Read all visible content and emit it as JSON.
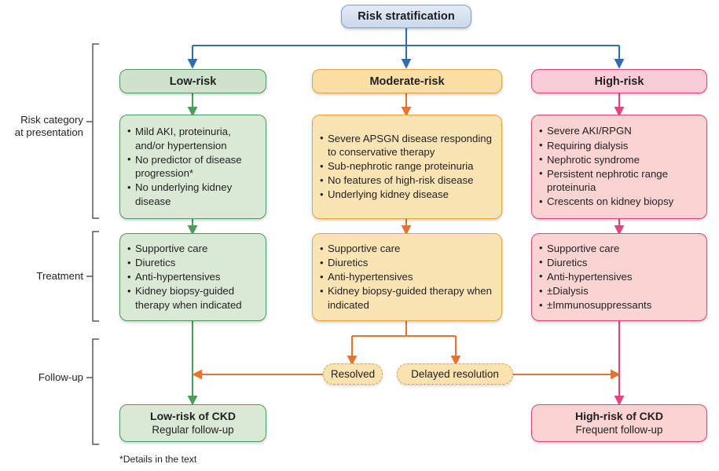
{
  "diagram": {
    "title": "Risk stratification",
    "footnote": "*Details in the text",
    "row_labels": [
      {
        "id": "risk-category",
        "line1": "Risk category",
        "line2": "at presentation"
      },
      {
        "id": "treatment",
        "line1": "Treatment",
        "line2": ""
      },
      {
        "id": "follow-up",
        "line1": "Follow-up",
        "line2": ""
      }
    ],
    "columns": [
      {
        "id": "low-risk",
        "header": "Low-risk",
        "accent": "#4e9c5b",
        "fill_header": "#cfe3cc",
        "fill_body": "#d9e9d6",
        "criteria": [
          "Mild AKI, proteinuria, and/or hypertension",
          "No predictor of disease progression*",
          "No underlying kidney disease"
        ],
        "treatment": [
          "Supportive care",
          "Diuretics",
          "Anti-hypertensives",
          "Kidney biopsy-guided therapy when indicated"
        ],
        "outcome": {
          "strong": "Low-risk of CKD",
          "sub": "Regular follow-up"
        }
      },
      {
        "id": "moderate-risk",
        "header": "Moderate-risk",
        "accent": "#e8732f",
        "fill_header": "#fbdfa4",
        "fill_body": "#fbe4b4",
        "criteria": [
          "Severe APSGN disease responding to conservative therapy",
          "Sub-nephrotic range proteinuria",
          "No features of high-risk disease",
          "Underlying kidney disease"
        ],
        "treatment": [
          "Supportive care",
          "Diuretics",
          "Anti-hypertensives",
          "Kidney biopsy-guided therapy when indicated"
        ],
        "outcome": null
      },
      {
        "id": "high-risk",
        "header": "High-risk",
        "accent": "#e0457b",
        "fill_header": "#f9cdd8",
        "fill_body": "#fad3d3",
        "criteria": [
          "Severe AKI/RPGN",
          "Requiring dialysis",
          "Nephrotic syndrome",
          "Persistent nephrotic range proteinuria",
          "Crescents on kidney biopsy"
        ],
        "treatment": [
          "Supportive care",
          "Diuretics",
          "Anti-hypertensives",
          "±Dialysis",
          "±Immunosuppressants"
        ],
        "outcome": {
          "strong": "High-risk of CKD",
          "sub": "Frequent follow-up"
        }
      }
    ],
    "intermediate_nodes": [
      {
        "id": "resolved",
        "label": "Resolved"
      },
      {
        "id": "delayed-resolution",
        "label": "Delayed resolution"
      }
    ],
    "colors": {
      "root_border": "#7f9ec4",
      "root_connector": "#2f6fb0",
      "green": "#4e9c5b",
      "orange": "#e8732f",
      "pink": "#e0457b",
      "bracket": "#58595b"
    }
  }
}
